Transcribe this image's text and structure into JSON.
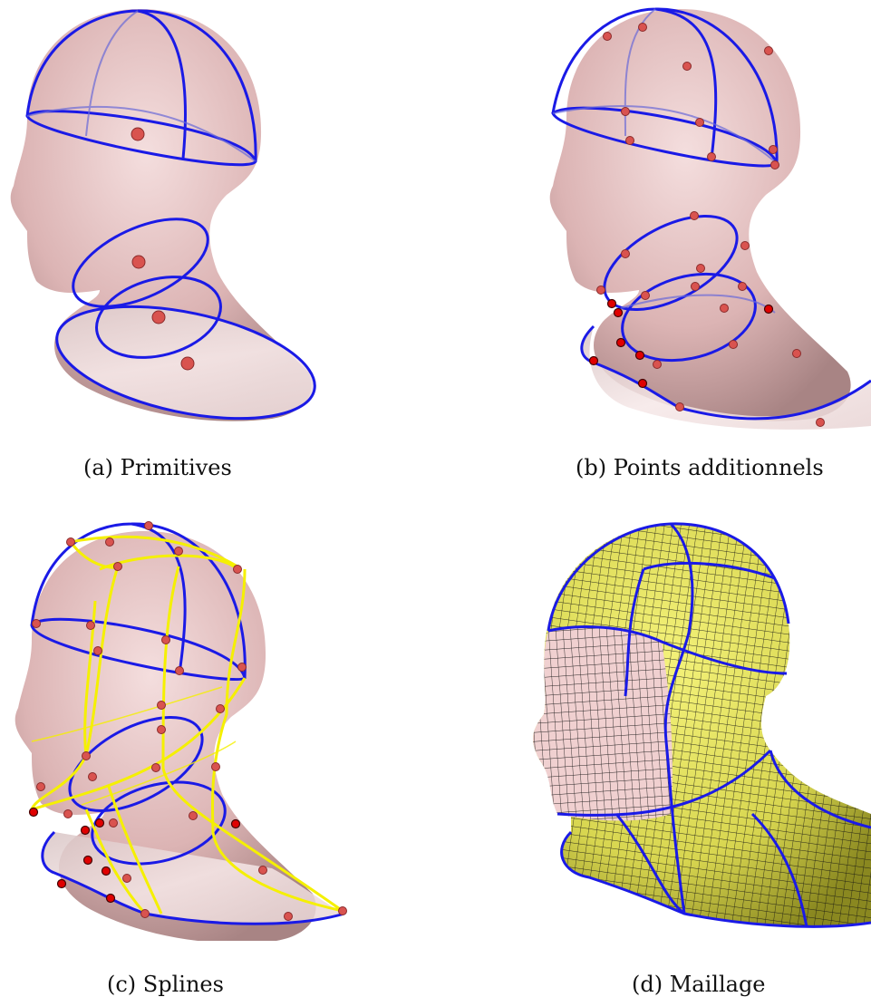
{
  "figure": {
    "panels": [
      {
        "id": "a",
        "caption": "(a) Primitives"
      },
      {
        "id": "b",
        "caption": "(b) Points additionnels"
      },
      {
        "id": "c",
        "caption": "(c) Splines"
      },
      {
        "id": "d",
        "caption": "(d) Maillage"
      }
    ]
  },
  "colors": {
    "skin": "#e8c4c4",
    "skin_shadow": "#b48f8f",
    "primitive_line": "#1a1ae6",
    "spline_line": "#f5f000",
    "control_point": "#d9534f",
    "boundary_point": "#e00000",
    "mesh_yellow": "#e8e85a",
    "mesh_line": "#111111"
  }
}
